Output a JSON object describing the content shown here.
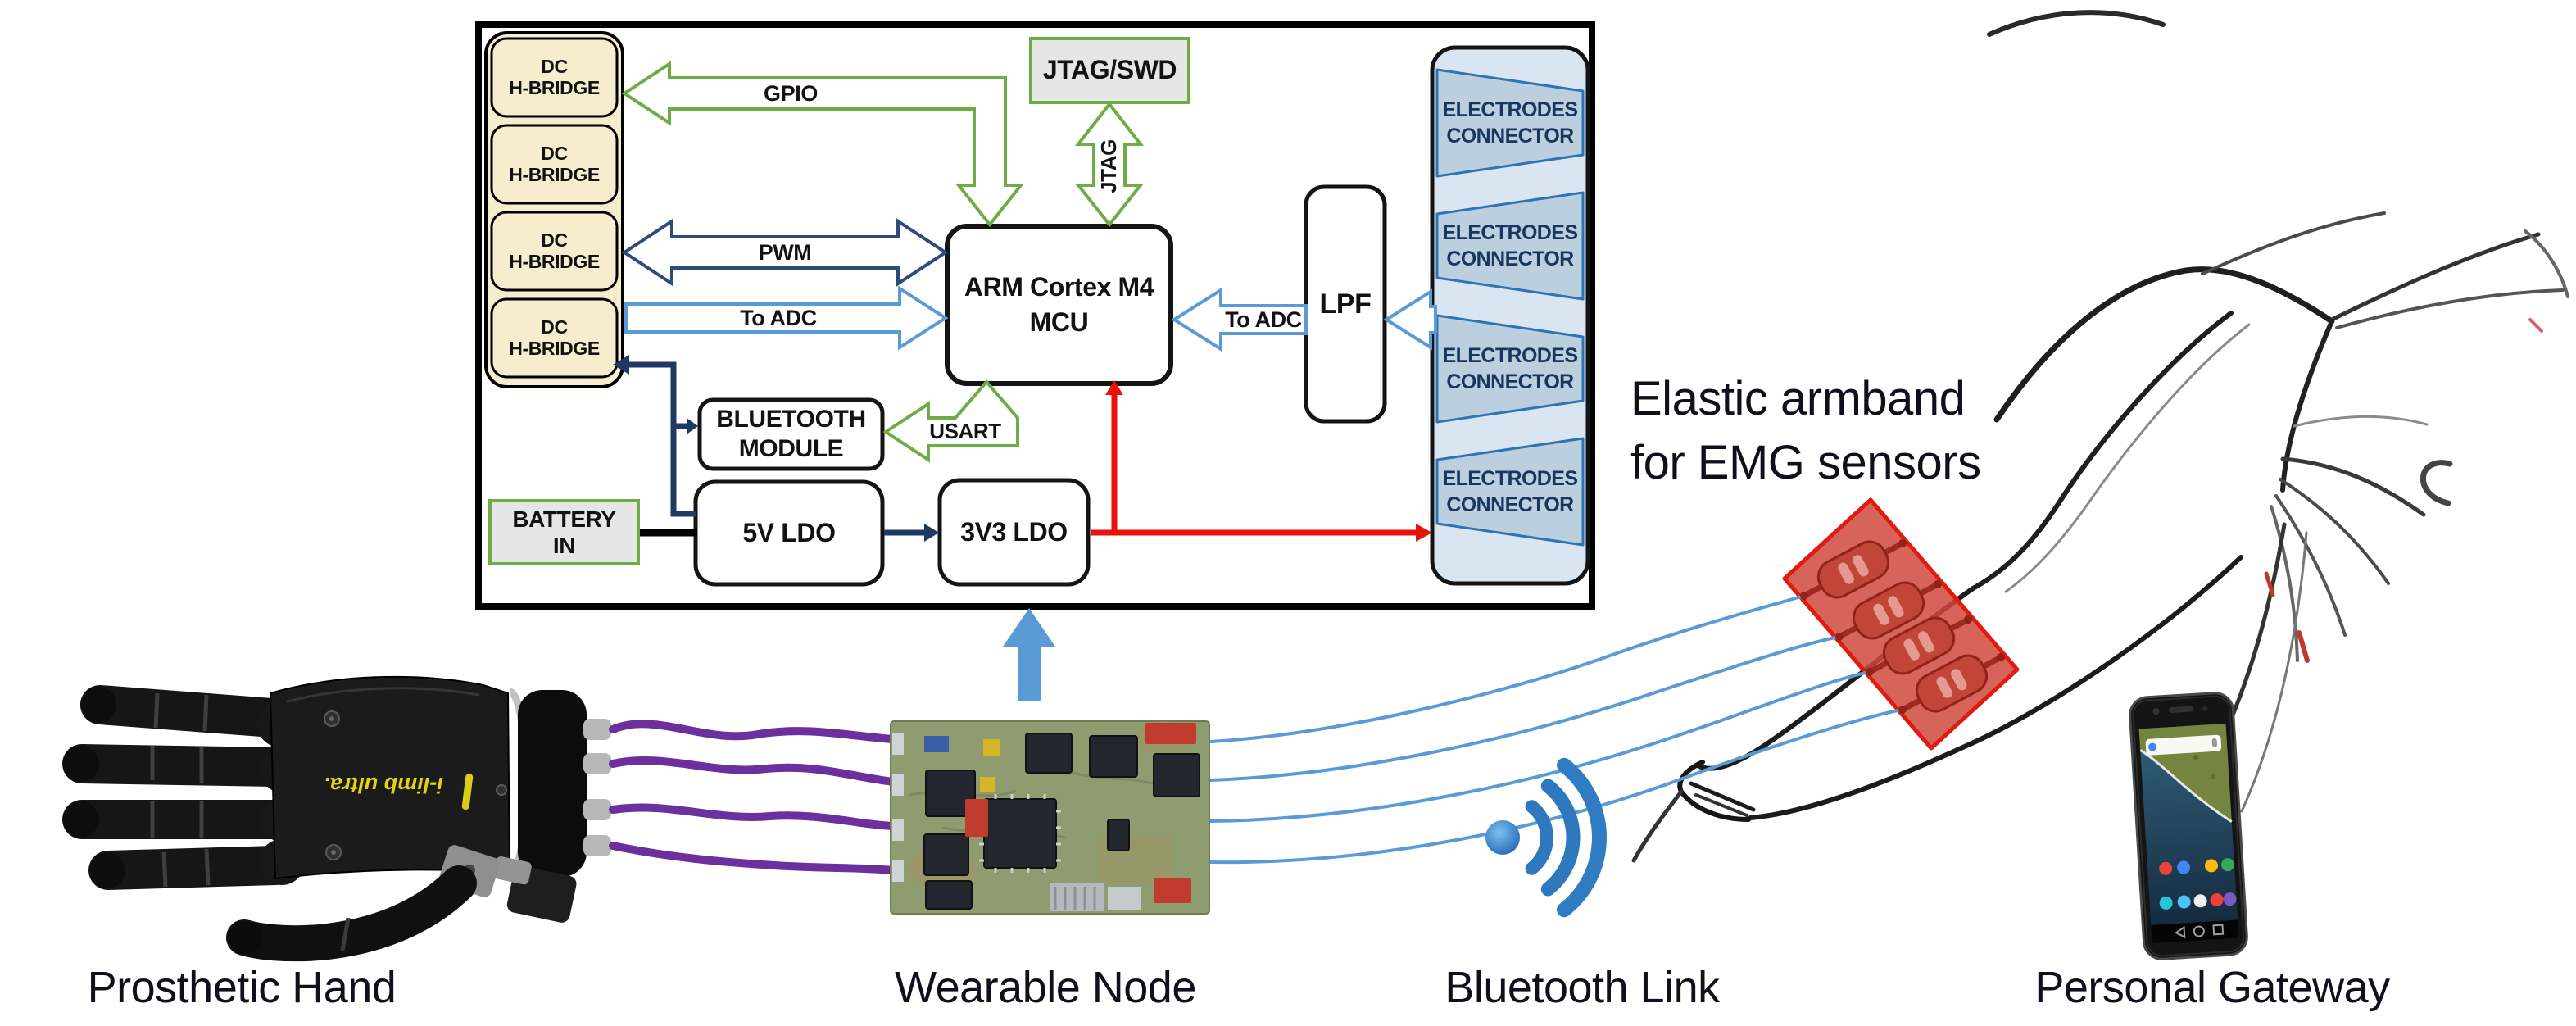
{
  "block_diagram": {
    "h_bridge": {
      "line1": "DC",
      "line2": "H-BRIDGE",
      "count": 4
    },
    "jtag_swd": {
      "label": "JTAG/SWD"
    },
    "mcu": {
      "line1": "ARM Cortex M4",
      "line2": "MCU"
    },
    "lpf": {
      "label": "LPF"
    },
    "electrodes_connector": {
      "line1": "ELECTRODES",
      "line2": "CONNECTOR",
      "count": 4
    },
    "bluetooth_module": {
      "line1": "BLUETOOTH",
      "line2": "MODULE"
    },
    "battery_in": {
      "line1": "BATTERY",
      "line2": "IN"
    },
    "ldo_5v": {
      "label": "5V LDO"
    },
    "ldo_3v3": {
      "label": "3V3 LDO"
    },
    "buses": {
      "gpio": "GPIO",
      "jtag": "JTAG",
      "pwm": "PWM",
      "to_adc": "To ADC",
      "usart": "USART"
    }
  },
  "annotation": {
    "line1": "Elastic armband",
    "line2": "for EMG sensors"
  },
  "captions": {
    "prosthetic_hand": "Prosthetic Hand",
    "wearable_node": "Wearable Node",
    "bluetooth_link": "Bluetooth Link",
    "personal_gateway": "Personal Gateway"
  },
  "device_markings": {
    "hand_brand": "i-limb ultra."
  },
  "colors": {
    "green_bus": "#6FAC46",
    "navy_bus": "#2F4B7C",
    "blue_bus": "#5B9BD5",
    "power_red": "#E8120C",
    "wire_purple": "#6C2F9E",
    "wire_blue": "#5B9BD5",
    "armband_red": "#D0493E",
    "hbridge_fill": "#F5EDCE",
    "gray_fill": "#E7E6E6",
    "electrode_fill": "#D9E6F2",
    "electrode_trapezoid": "#BCCFDF",
    "electrode_text": "#17375E",
    "bluetooth_icon_blue": "#2E78BE",
    "up_arrow_blue": "#5B9BD5"
  }
}
